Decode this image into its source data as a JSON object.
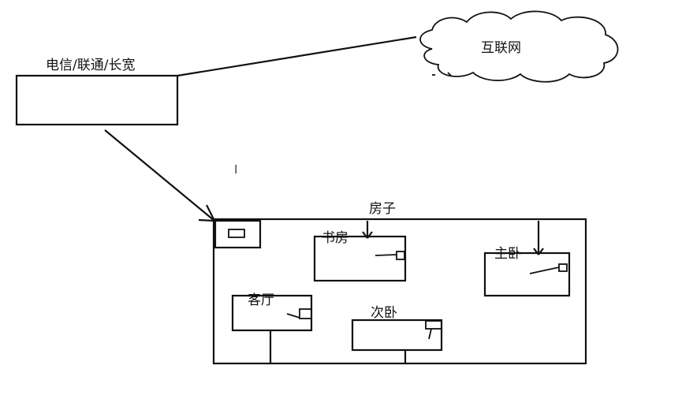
{
  "labels": {
    "isp": "电信/联通/长宽",
    "internet": "互联网",
    "house": "房子",
    "study": "书房",
    "master_bedroom": "主卧",
    "living_room": "客厅",
    "second_bedroom": "次卧"
  },
  "cursor_glyph": "I"
}
